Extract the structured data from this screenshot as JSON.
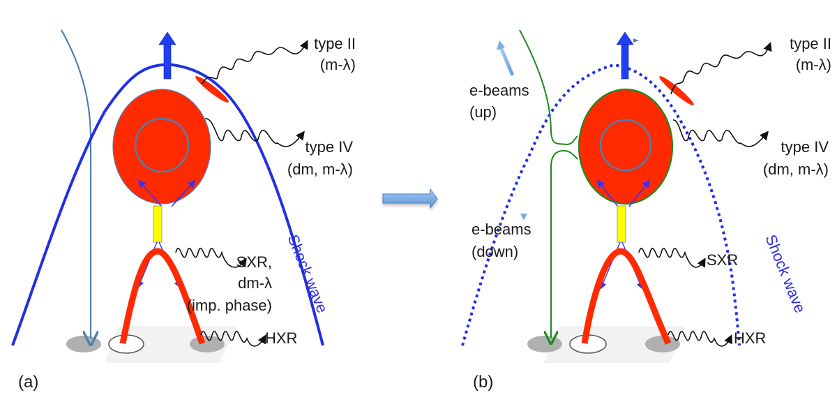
{
  "figure": {
    "description": "Solar flare / CME standard model with radio and X-ray emission sources",
    "transition_arrow": "right-arrow",
    "colors": {
      "shock": "#1f2fe6",
      "flux_rope": "#ff2a00",
      "current_sheet": "#ffff00",
      "field_line_a": "#4f7fb0",
      "field_line_b": "#1e8a1e",
      "ebeam_arrow": "#7aaee0",
      "footpoint": "#b0b0b0",
      "photosphere": "#f2f2f2"
    }
  },
  "panels": [
    {
      "id": "a",
      "label": "(a)",
      "shock_style": "solid",
      "labels": {
        "type2_line1": "type II",
        "type2_line2": "(m-λ)",
        "type4_line1": "type IV",
        "type4_line2": "(dm, m-λ)",
        "sxr_line1": "SXR,",
        "sxr_line2": "dm-λ",
        "sxr_line3": "(imp. phase)",
        "hxr": "HXR",
        "shock": "Shock wave"
      }
    },
    {
      "id": "b",
      "label": "(b)",
      "shock_style": "dotted",
      "labels": {
        "type2_line1": "type II",
        "type2_line2": "(m-λ)",
        "type4_line1": "type IV",
        "type4_line2": "(dm, m-λ)",
        "ebeams_up_line1": "e-beams",
        "ebeams_up_line2": "(up)",
        "ebeams_down_line1": "e-beams",
        "ebeams_down_line2": "(down)",
        "sxr": "SXR",
        "hxr": "HXR",
        "shock": "Shock wave"
      }
    }
  ]
}
